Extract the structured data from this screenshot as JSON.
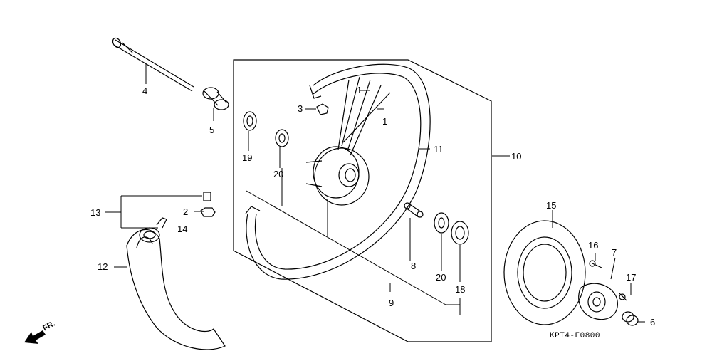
{
  "callouts": [
    {
      "id": "p1a",
      "text": "1"
    },
    {
      "id": "p1b",
      "text": "1"
    },
    {
      "id": "p2",
      "text": "2"
    },
    {
      "id": "p3",
      "text": "3"
    },
    {
      "id": "p4",
      "text": "4"
    },
    {
      "id": "p5",
      "text": "5"
    },
    {
      "id": "p6",
      "text": "6"
    },
    {
      "id": "p7",
      "text": "7"
    },
    {
      "id": "p8",
      "text": "8"
    },
    {
      "id": "p9",
      "text": "9"
    },
    {
      "id": "p10",
      "text": "10"
    },
    {
      "id": "p11",
      "text": "11"
    },
    {
      "id": "p12",
      "text": "12"
    },
    {
      "id": "p13",
      "text": "13"
    },
    {
      "id": "p14",
      "text": "14"
    },
    {
      "id": "p15",
      "text": "15"
    },
    {
      "id": "p16",
      "text": "16"
    },
    {
      "id": "p17",
      "text": "17"
    },
    {
      "id": "p18",
      "text": "18"
    },
    {
      "id": "p19",
      "text": "19"
    },
    {
      "id": "p20a",
      "text": "20"
    },
    {
      "id": "p20b",
      "text": "20"
    }
  ],
  "direction_label": "FR.",
  "diagram_code": "KPT4-F0800",
  "line_color": "#000000"
}
